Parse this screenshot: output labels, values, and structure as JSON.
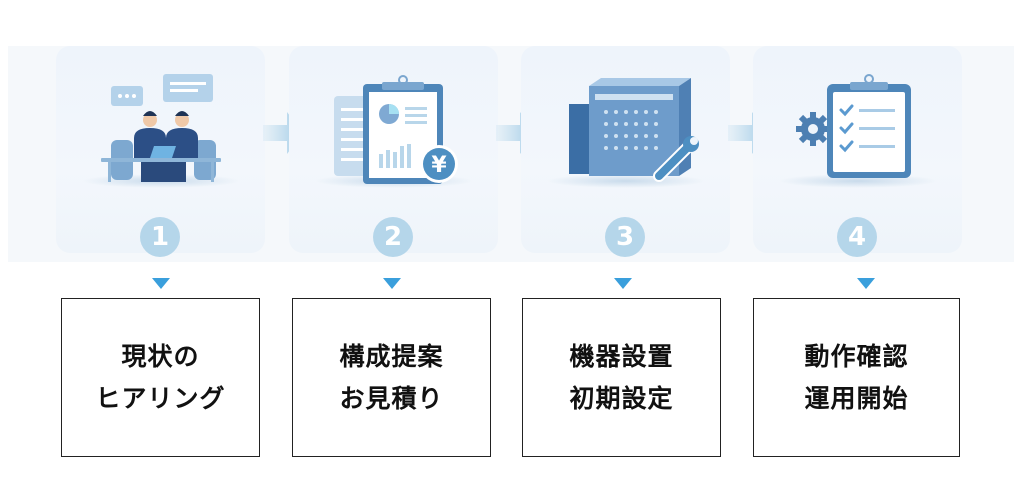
{
  "steps": [
    {
      "number": "1",
      "line1": "現状の",
      "line2": "ヒアリング",
      "icon": "meeting-icon"
    },
    {
      "number": "2",
      "line1": "構成提案",
      "line2": "お見積り",
      "icon": "proposal-estimate-icon"
    },
    {
      "number": "3",
      "line1": "機器設置",
      "line2": "初期設定",
      "icon": "server-install-icon"
    },
    {
      "number": "4",
      "line1": "動作確認",
      "line2": "運用開始",
      "icon": "checklist-icon"
    }
  ],
  "colors": {
    "accent": "#3a9fdc",
    "badge": "#b5d6ea",
    "navy": "#2c4f86",
    "lightblue": "#a9cbe6"
  }
}
